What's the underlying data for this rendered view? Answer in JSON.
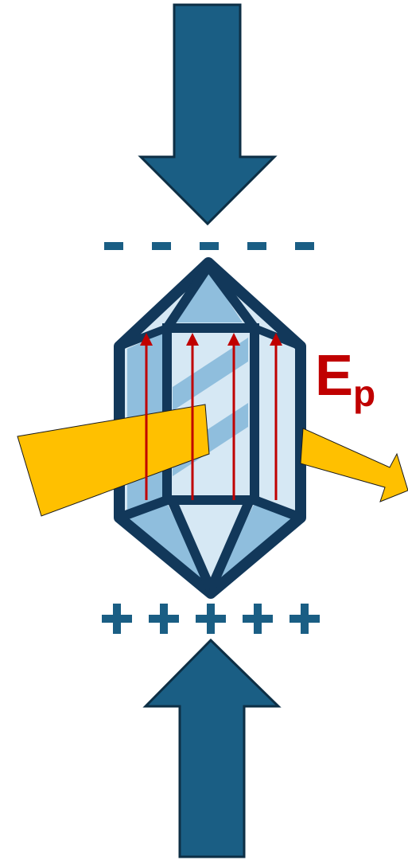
{
  "diagram": {
    "field_label": {
      "main": "E",
      "subscript": "p"
    },
    "top_charge_symbols": [
      "-",
      "-",
      "-",
      "-",
      "-"
    ],
    "bottom_charge_symbols": [
      "+",
      "+",
      "+",
      "+",
      "+"
    ]
  },
  "colors": {
    "force_arrow": "#1a5e84",
    "force_arrow_outline": "#0d2f45",
    "crystal_outline": "#12385a",
    "crystal_fill_light": "#d6e8f4",
    "crystal_fill_mid": "#8fbedd",
    "polarization_arrow": "#c00000",
    "light_beam": "#ffc000",
    "charge_symbol": "#1a5e84"
  },
  "icons": [
    "compression-force-arrow",
    "crystal",
    "polarization-arrow",
    "light-beam"
  ]
}
